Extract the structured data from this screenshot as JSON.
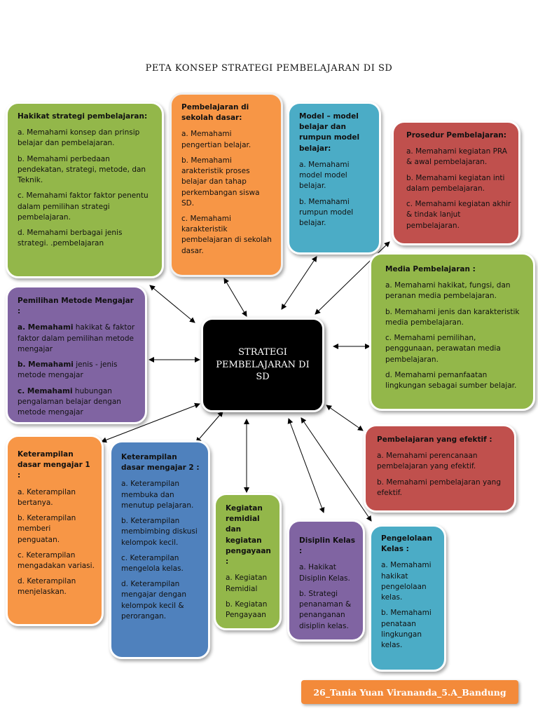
{
  "title": "PETA KONSEP STRATEGI PEMBELAJARAN DI SD",
  "center": "STRATEGI PEMBELAJARAN DI SD",
  "footer": "26_Tania Yuan Virananda_5.A_Bandung",
  "colors": {
    "green": "#93b74a",
    "orange": "#f79646",
    "blue": "#4bacc6",
    "red": "#c0504d",
    "purple": "#8064a2",
    "navy": "#4f81bd",
    "center": "#000000",
    "footer": "#f38a3a"
  },
  "boxes": {
    "hakikat": {
      "heading": "Hakikat strategi pembelajaran:",
      "items": [
        "a. Memahami konsep dan prinsip belajar dan pembelajaran.",
        "b. Memahami perbedaan pendekatan, strategi, metode, dan Teknik.",
        "c. Memahami  faktor faktor penentu dalam pemilihan strategi pembelajaran.",
        "d. Memahami berbagai jenis strategi. .pembelajaran"
      ]
    },
    "sekolah": {
      "heading": "Pembelajaran di sekolah dasar:",
      "items": [
        "a.  Memahami pengertian belajar.",
        "b. Memahami arakteristik proses belajar dan tahap perkembangan siswa SD.",
        "c. Memahami karakteristik pembelajaran di sekolah dasar."
      ]
    },
    "model": {
      "heading": "Model – model belajar dan rumpun model belajar:",
      "items": [
        "a. Memahami model model belajar.",
        "b. Memahami rumpun model belajar."
      ]
    },
    "prosedur": {
      "heading": "Prosedur Pembelajaran:",
      "items": [
        "a. Memahami kegiatan PRA & awal pembelajaran.",
        "b. Memahami kegiatan inti dalam pembelajaran.",
        "c. Memahami kegiatan akhir & tindak lanjut pembelajaran."
      ]
    },
    "media": {
      "heading": "Media Pembelajaran :",
      "items": [
        "a. Memahami hakikat, fungsi, dan peranan media pembelajaran.",
        "b. Memahami jenis dan karakteristik media pembelajaran.",
        "c. Memahami pemilihan, penggunaan, perawatan media pembelajaran.",
        "d. Memahami  pemanfaatan lingkungan sebagai sumber belajar."
      ]
    },
    "metode": {
      "heading": "Pemilihan Metode Mengajar :",
      "items": [
        {
          "bold": "a.  Memahami",
          "rest": " hakikat & faktor faktor dalam pemilihan metode mengajar"
        },
        {
          "bold": "b. Memahami",
          "rest": " jenis - jenis metode mengajar"
        },
        {
          "bold": "c. Memahami",
          "rest": " hubungan pengalaman belajar dengan metode mengajar"
        }
      ]
    },
    "efektif": {
      "heading": "Pembelajaran yang efektif :",
      "items": [
        "a. Memahami perencanaan pembelajaran yang efektif.",
        "b. Memahami  pembelajaran yang efektif."
      ]
    },
    "ket1": {
      "heading": "Keterampilan dasar mengajar 1 :",
      "items": [
        "a. Keterampilan bertanya.",
        "b. Keterampilan memberi penguatan.",
        "c. Keterampilan mengadakan variasi.",
        "d. Keterampilan menjelaskan."
      ]
    },
    "ket2": {
      "heading": "Keterampilan dasar mengajar 2 :",
      "items": [
        "a. Keterampilan membuka dan menutup pelajaran.",
        "b. Keterampilan membimbing diskusi kelompok kecil.",
        "c. Keterampilan mengelola kelas.",
        "d. Keterampilan mengajar dengan kelompok kecil & perorangan."
      ]
    },
    "remidial": {
      "heading": "Kegiatan remidial dan kegiatan pengayaan :",
      "items": [
        "a. Kegiatan Remidial",
        "b. Kegiatan Pengayaan"
      ]
    },
    "disiplin": {
      "heading": "Disiplin Kelas :",
      "items": [
        "a. Hakikat Disiplin Kelas.",
        "b. Strategi penanaman & penanganan disiplin kelas."
      ]
    },
    "pengelolaan": {
      "heading": "Pengelolaan Kelas :",
      "items": [
        "a. Memahami hakikat pengelolaan kelas.",
        "b. Memahami penataan lingkungan kelas."
      ]
    }
  }
}
